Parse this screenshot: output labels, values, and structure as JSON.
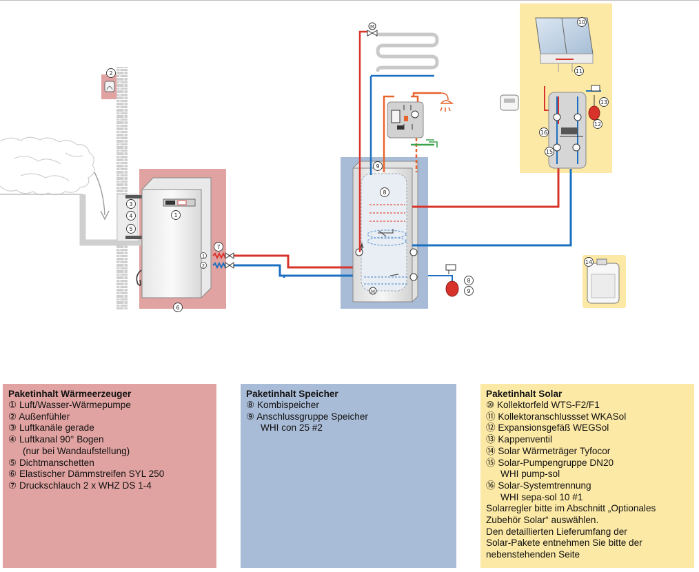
{
  "diagram": {
    "markers": {
      "m1": "1",
      "m2": "2",
      "m3": "3",
      "m4": "4",
      "m5": "5",
      "m6": "6",
      "m7": "7",
      "m8": "8",
      "m9": "9",
      "m10": "10",
      "m11": "11",
      "m12": "12",
      "m13": "13",
      "m14": "14",
      "m15": "15",
      "m16": "16",
      "m8b": "8",
      "m9b": "9"
    },
    "port_labels": {
      "flow": "1",
      "return": "2"
    },
    "valve_label": "M",
    "colors": {
      "hot": "#d8332a",
      "cold": "#1a6fc0",
      "dhw": "#e8632a",
      "cold_water": "#3aa04a",
      "heat_zone": "#e0a3a1",
      "storage_zone": "#a9bcd7",
      "solar_zone": "#fce9a6"
    }
  },
  "panels": {
    "waermeerzeuger": {
      "title": "Paketinhalt Wärmeerzeuger",
      "items": [
        "① Luft/Wasser-Wärmepumpe",
        "② Außenfühler",
        "③ Luftkanäle gerade",
        "④ Luftkanal 90° Bogen",
        "(nur bei Wandaufstellung)",
        "⑤ Dichtmanschetten",
        "⑥ Elastischer Dämmstreifen SYL 250",
        "⑦ Druckschlauch 2 x WHZ DS 1-4"
      ]
    },
    "speicher": {
      "title": "Paketinhalt Speicher",
      "items": [
        "⑧ Kombispeicher",
        "⑨ Anschlussgruppe Speicher",
        "WHI con 25 #2"
      ]
    },
    "solar": {
      "title": "Paketinhalt Solar",
      "items": [
        "⑩ Kollektorfeld WTS-F2/F1",
        "⑪ Kollektoranschlussset WKASol",
        "⑫ Expansionsgefäß WEGSol",
        "⑬ Kappenventil",
        "⑭ Solar Wärmeträger Tyfocor",
        "⑮ Solar-Pumpengruppe DN20",
        "WHI pump-sol",
        "⑯ Solar-Systemtrennung",
        "WHI sepa-sol 10 #1"
      ],
      "note_lines": [
        "Solarregler bitte im Abschnitt „Optionales",
        "Zubehör Solar“ auswählen.",
        "Den detaillierten Lieferumfang der",
        "Solar-Pakete entnehmen Sie bitte der",
        "nebenstehenden Seite"
      ]
    }
  }
}
